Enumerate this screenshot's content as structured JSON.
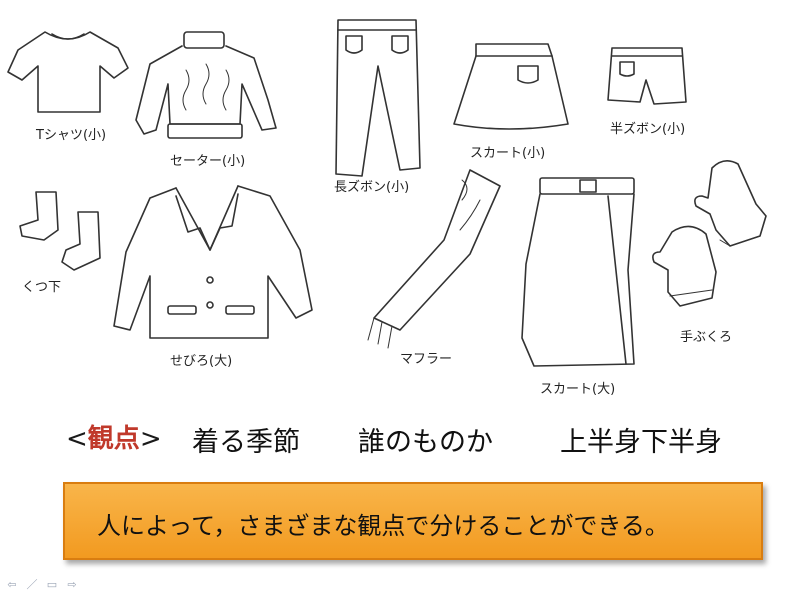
{
  "labels": {
    "tshirt": "Tシャツ(小)",
    "sweater": "セーター(小)",
    "pants": "長ズボン(小)",
    "skirt_small": "スカート(小)",
    "shorts": "半ズボン(小)",
    "socks": "くつ下",
    "suit": "せびろ(大)",
    "muffler": "マフラー",
    "skirt_large": "スカート(大)",
    "gloves": "手ぶくろ"
  },
  "viewpoints": {
    "label_open": "<",
    "label_word": "観点",
    "label_close": ">",
    "items": [
      "着る季節",
      "誰のものか",
      "上半身下半身"
    ]
  },
  "note": {
    "text": "人によって，さまざまな観点で分けることができる。"
  },
  "nav": {
    "icons": [
      "arrow-left-icon",
      "pen-icon",
      "slides-icon",
      "arrow-right-icon"
    ],
    "glyphs": [
      "⇦",
      "／",
      "▭",
      "⇨"
    ]
  },
  "colors": {
    "box_fill": "#f4a433",
    "box_border": "#d97d10",
    "label_accent": "#c0392b"
  }
}
